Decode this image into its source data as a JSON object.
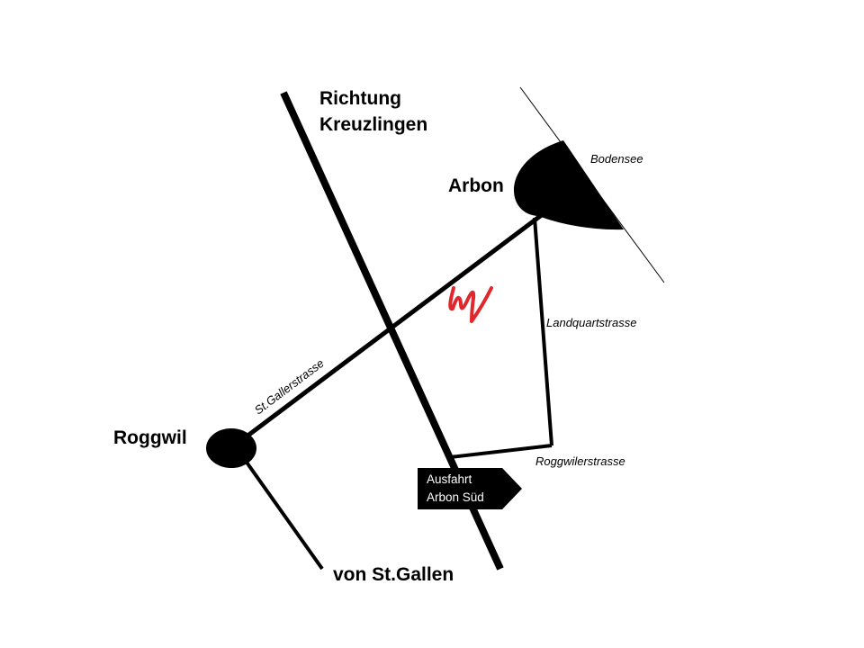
{
  "places": {
    "richtung_line1": "Richtung",
    "richtung_line2": "Kreuzlingen",
    "arbon": "Arbon",
    "roggwil": "Roggwil",
    "von_st_gallen": "von St.Gallen",
    "bodensee": "Bodensee"
  },
  "streets": {
    "st_gallerstrasse": "St.Gallerstrasse",
    "landquartstrasse": "Landquartstrasse",
    "roggwilerstrasse": "Roggwilerstrasse"
  },
  "exit_sign": {
    "line1": "Ausfahrt",
    "line2": "Arbon Süd"
  },
  "colors": {
    "road": "#000000",
    "marker": "#e0282c",
    "sign_bg": "#000000",
    "sign_text": "#ffffff"
  },
  "icons": {
    "destination_marker": "red-scribble-logo-icon"
  }
}
